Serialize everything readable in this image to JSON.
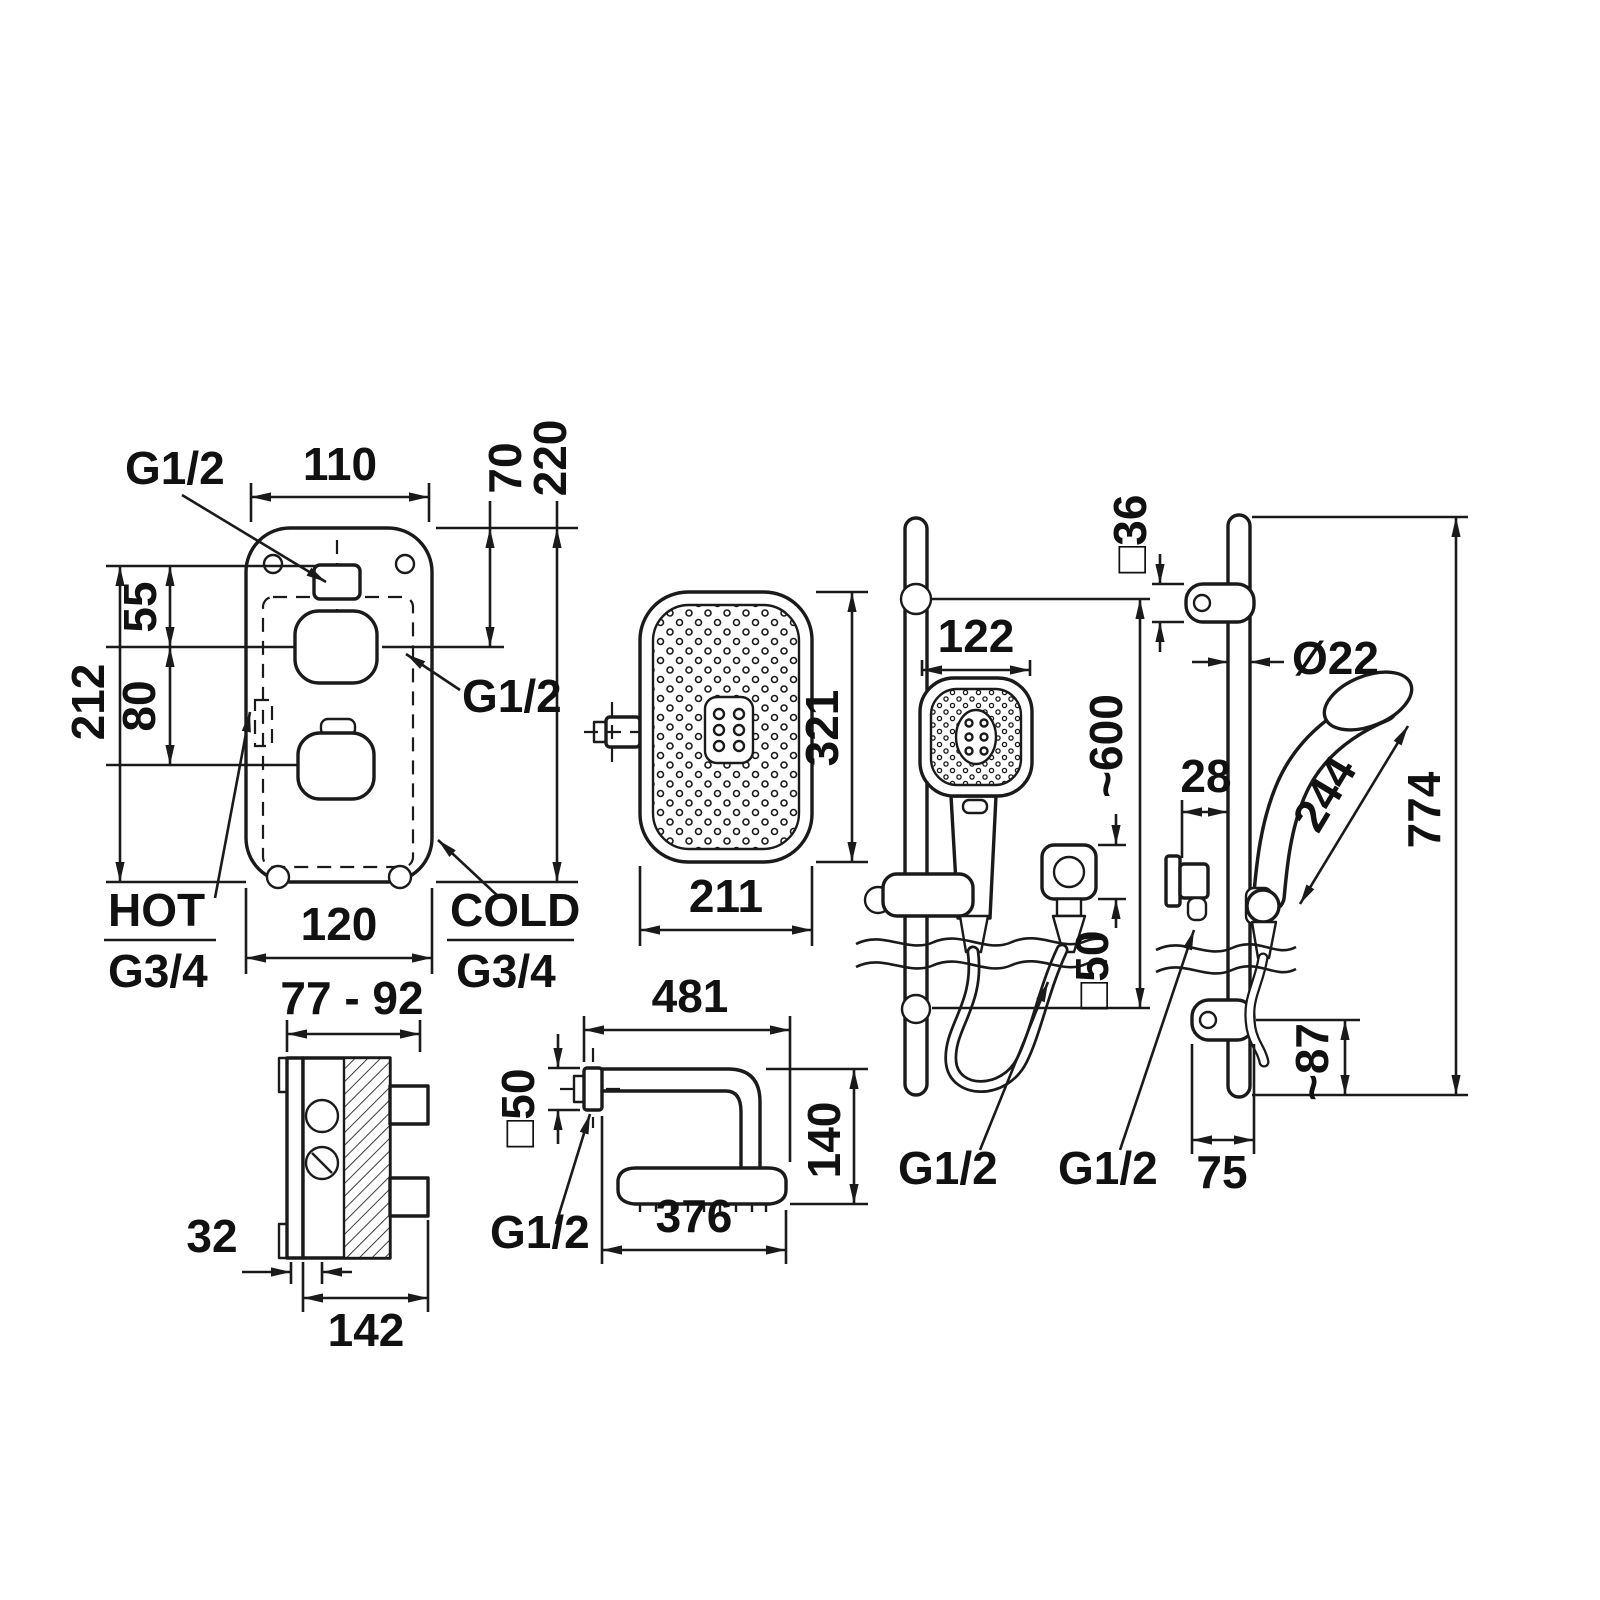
{
  "drawing": {
    "mixer_front": {
      "thread_top": "G1/2",
      "width_top": "110",
      "offset_70": "70",
      "height_220": "220",
      "offset_55": "55",
      "offset_80": "80",
      "height_212": "212",
      "thread_side": "G1/2",
      "hot_label": "HOT",
      "hot_thread": "G3/4",
      "cold_label": "COLD",
      "cold_thread": "G3/4",
      "width_120": "120"
    },
    "valve_side": {
      "depth_range": "77 - 92",
      "offset_32": "32",
      "width_142": "142"
    },
    "head_front": {
      "height_321": "321",
      "width_211": "211"
    },
    "arm_side": {
      "length_481": "481",
      "flange_50": "□50",
      "height_140": "140",
      "thread": "G1/2",
      "length_376": "376"
    },
    "hand_shower": {
      "width_122": "122",
      "height_600": "~600",
      "flange_50": "□50",
      "thread": "G1/2"
    },
    "slide_bar": {
      "bracket_36": "□36",
      "diameter_22": "Ø22",
      "offset_28": "28",
      "length_244": "244",
      "height_774": "774",
      "offset_87": "~87",
      "width_75": "75",
      "thread": "G1/2"
    }
  }
}
